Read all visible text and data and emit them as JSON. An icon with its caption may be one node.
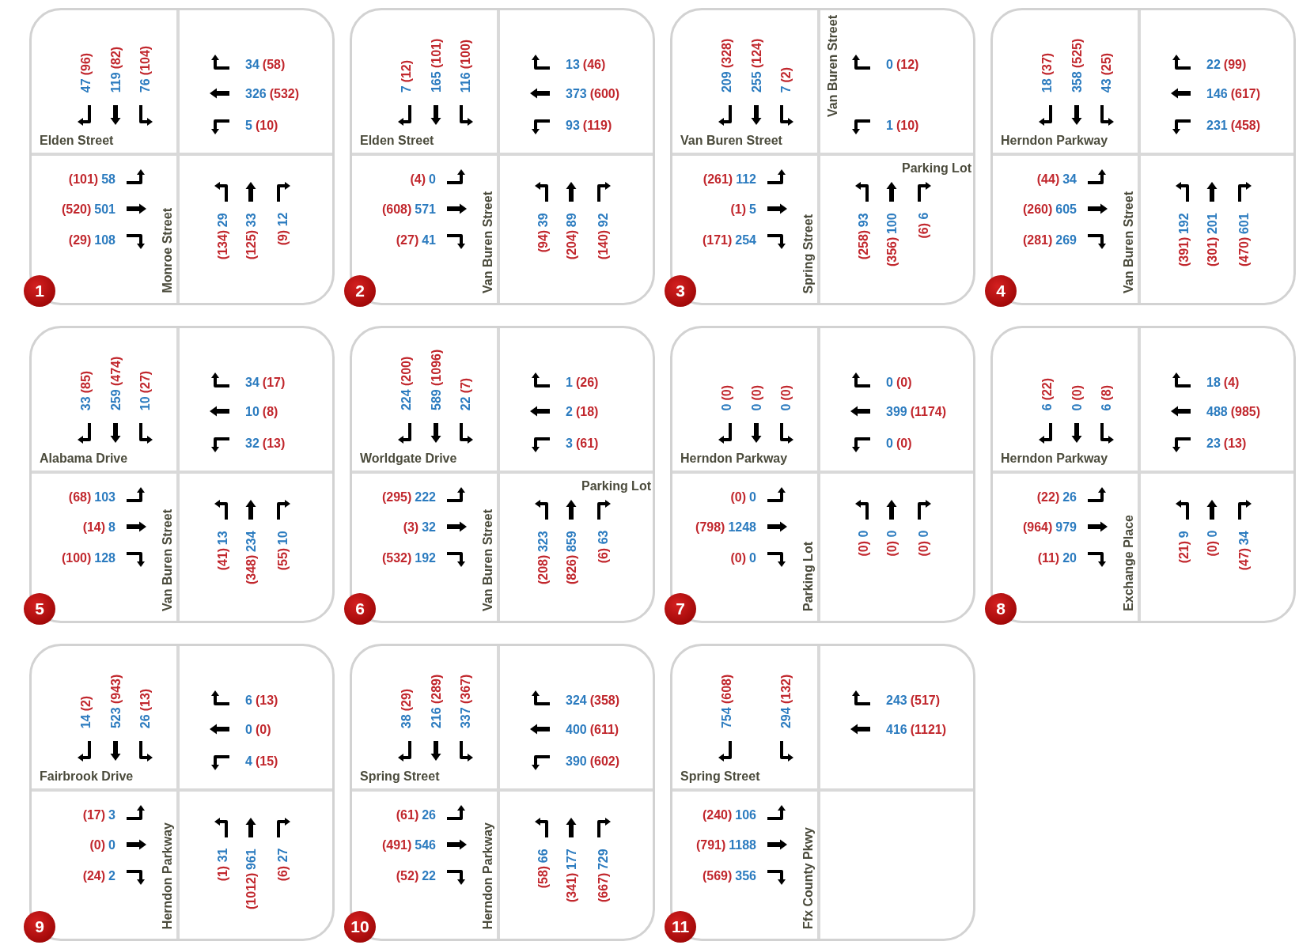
{
  "diagram": {
    "nodes": [
      {
        "text": [
          "Elden Street",
          "Monroe Street"
        ]
      },
      {
        "text": [
          "1"
        ]
      },
      {
        "text": [
          "Elden Street",
          "Van Buren Street"
        ]
      },
      {
        "text": [
          "2"
        ]
      },
      {
        "text": [
          "Van Buren Street",
          "Van Buren Street",
          "Spring Street",
          "Parking Lot"
        ]
      },
      {
        "text": [
          "3"
        ]
      },
      {
        "text": [
          "Herndon Parkway",
          "Van Buren Street"
        ]
      },
      {
        "text": [
          "4"
        ]
      },
      {
        "text": [
          "Alabama Drive",
          "Van Buren Street"
        ]
      },
      {
        "text": [
          "5"
        ]
      },
      {
        "text": [
          "Worldgate Drive",
          "Van Buren Street",
          "Parking Lot"
        ]
      },
      {
        "text": [
          "6"
        ]
      },
      {
        "text": [
          "Herndon Parkway",
          "Parking Lot"
        ]
      },
      {
        "text": [
          "7"
        ]
      },
      {
        "text": [
          "Herndon Parkway",
          "Exchange Place"
        ]
      },
      {
        "text": [
          "8"
        ]
      },
      {
        "text": [
          "Fairbrook Drive",
          "Herndon Parkway"
        ]
      },
      {
        "text": [
          "9"
        ]
      },
      {
        "text": [
          "Spring Street",
          "Herndon Parkway"
        ]
      },
      {
        "text": [
          "10"
        ]
      },
      {
        "text": [
          "Spring Street",
          "Ffx County Pkwy"
        ]
      },
      {
        "text": [
          "11"
        ]
      }
    ],
    "labels": [
      "47",
      "(96)",
      "119",
      "(82)",
      "76",
      "(104)",
      "34",
      "(58)",
      "326",
      "(532)",
      "5",
      "(10)",
      "(101)",
      "58",
      "(520)",
      "501",
      "(29)",
      "108",
      "(134)",
      "29",
      "(125)",
      "33",
      "(9)",
      "12",
      "7",
      "(12)",
      "165",
      "(101)",
      "116",
      "(100)",
      "13",
      "(46)",
      "373",
      "(600)",
      "93",
      "(119)",
      "(4)",
      "0",
      "(608)",
      "571",
      "(27)",
      "41",
      "(94)",
      "39",
      "(204)",
      "89",
      "(140)",
      "92",
      "209",
      "(328)",
      "255",
      "(124)",
      "7",
      "(2)",
      "0",
      "(12)",
      "1",
      "(10)",
      "(261)",
      "112",
      "(1)",
      "5",
      "(171)",
      "254",
      "(258)",
      "93",
      "(356)",
      "100",
      "(6)",
      "6",
      "18",
      "(37)",
      "358",
      "(525)",
      "43",
      "(25)",
      "22",
      "(99)",
      "146",
      "(617)",
      "231",
      "(458)",
      "(44)",
      "34",
      "(260)",
      "605",
      "(281)",
      "269",
      "(391)",
      "192",
      "(301)",
      "201",
      "(470)",
      "601",
      "33",
      "(85)",
      "259",
      "(474)",
      "10",
      "(27)",
      "34",
      "(17)",
      "10",
      "(8)",
      "32",
      "(13)",
      "(68)",
      "103",
      "(14)",
      "8",
      "(100)",
      "128",
      "(41)",
      "13",
      "(348)",
      "234",
      "(55)",
      "10",
      "224",
      "(200)",
      "589",
      "(1096)",
      "22",
      "(7)",
      "1",
      "(26)",
      "2",
      "(18)",
      "3",
      "(61)",
      "(295)",
      "222",
      "(3)",
      "32",
      "(532)",
      "192",
      "(208)",
      "323",
      "(826)",
      "859",
      "(6)",
      "63",
      "0",
      "(0)",
      "0",
      "(0)",
      "0",
      "(0)",
      "0",
      "(0)",
      "399",
      "(1174)",
      "0",
      "(0)",
      "(0)",
      "0",
      "(798)",
      "1248",
      "(0)",
      "0",
      "(0)",
      "0",
      "(0)",
      "0",
      "(0)",
      "0",
      "6",
      "(22)",
      "0",
      "(0)",
      "6",
      "(8)",
      "18",
      "(4)",
      "488",
      "(985)",
      "23",
      "(13)",
      "(22)",
      "26",
      "(964)",
      "979",
      "(11)",
      "20",
      "(21)",
      "9",
      "(0)",
      "0",
      "(47)",
      "34",
      "14",
      "(2)",
      "523",
      "(943)",
      "26",
      "(13)",
      "6",
      "(13)",
      "0",
      "(0)",
      "4",
      "(15)",
      "(17)",
      "3",
      "(0)",
      "0",
      "(24)",
      "2",
      "(1)",
      "31",
      "(1012)",
      "961",
      "(6)",
      "27",
      "38",
      "(29)",
      "216",
      "(289)",
      "337",
      "(367)",
      "324",
      "(358)",
      "400",
      "(611)",
      "390",
      "(602)",
      "(61)",
      "26",
      "(491)",
      "546",
      "(52)",
      "22",
      "(58)",
      "66",
      "(341)",
      "177",
      "(667)",
      "729",
      "754",
      "(608)",
      "294",
      "(132)",
      "243",
      "(517)",
      "416",
      "(1121)",
      "(240)",
      "106",
      "(791)",
      "1188",
      "(569)",
      "356"
    ]
  }
}
